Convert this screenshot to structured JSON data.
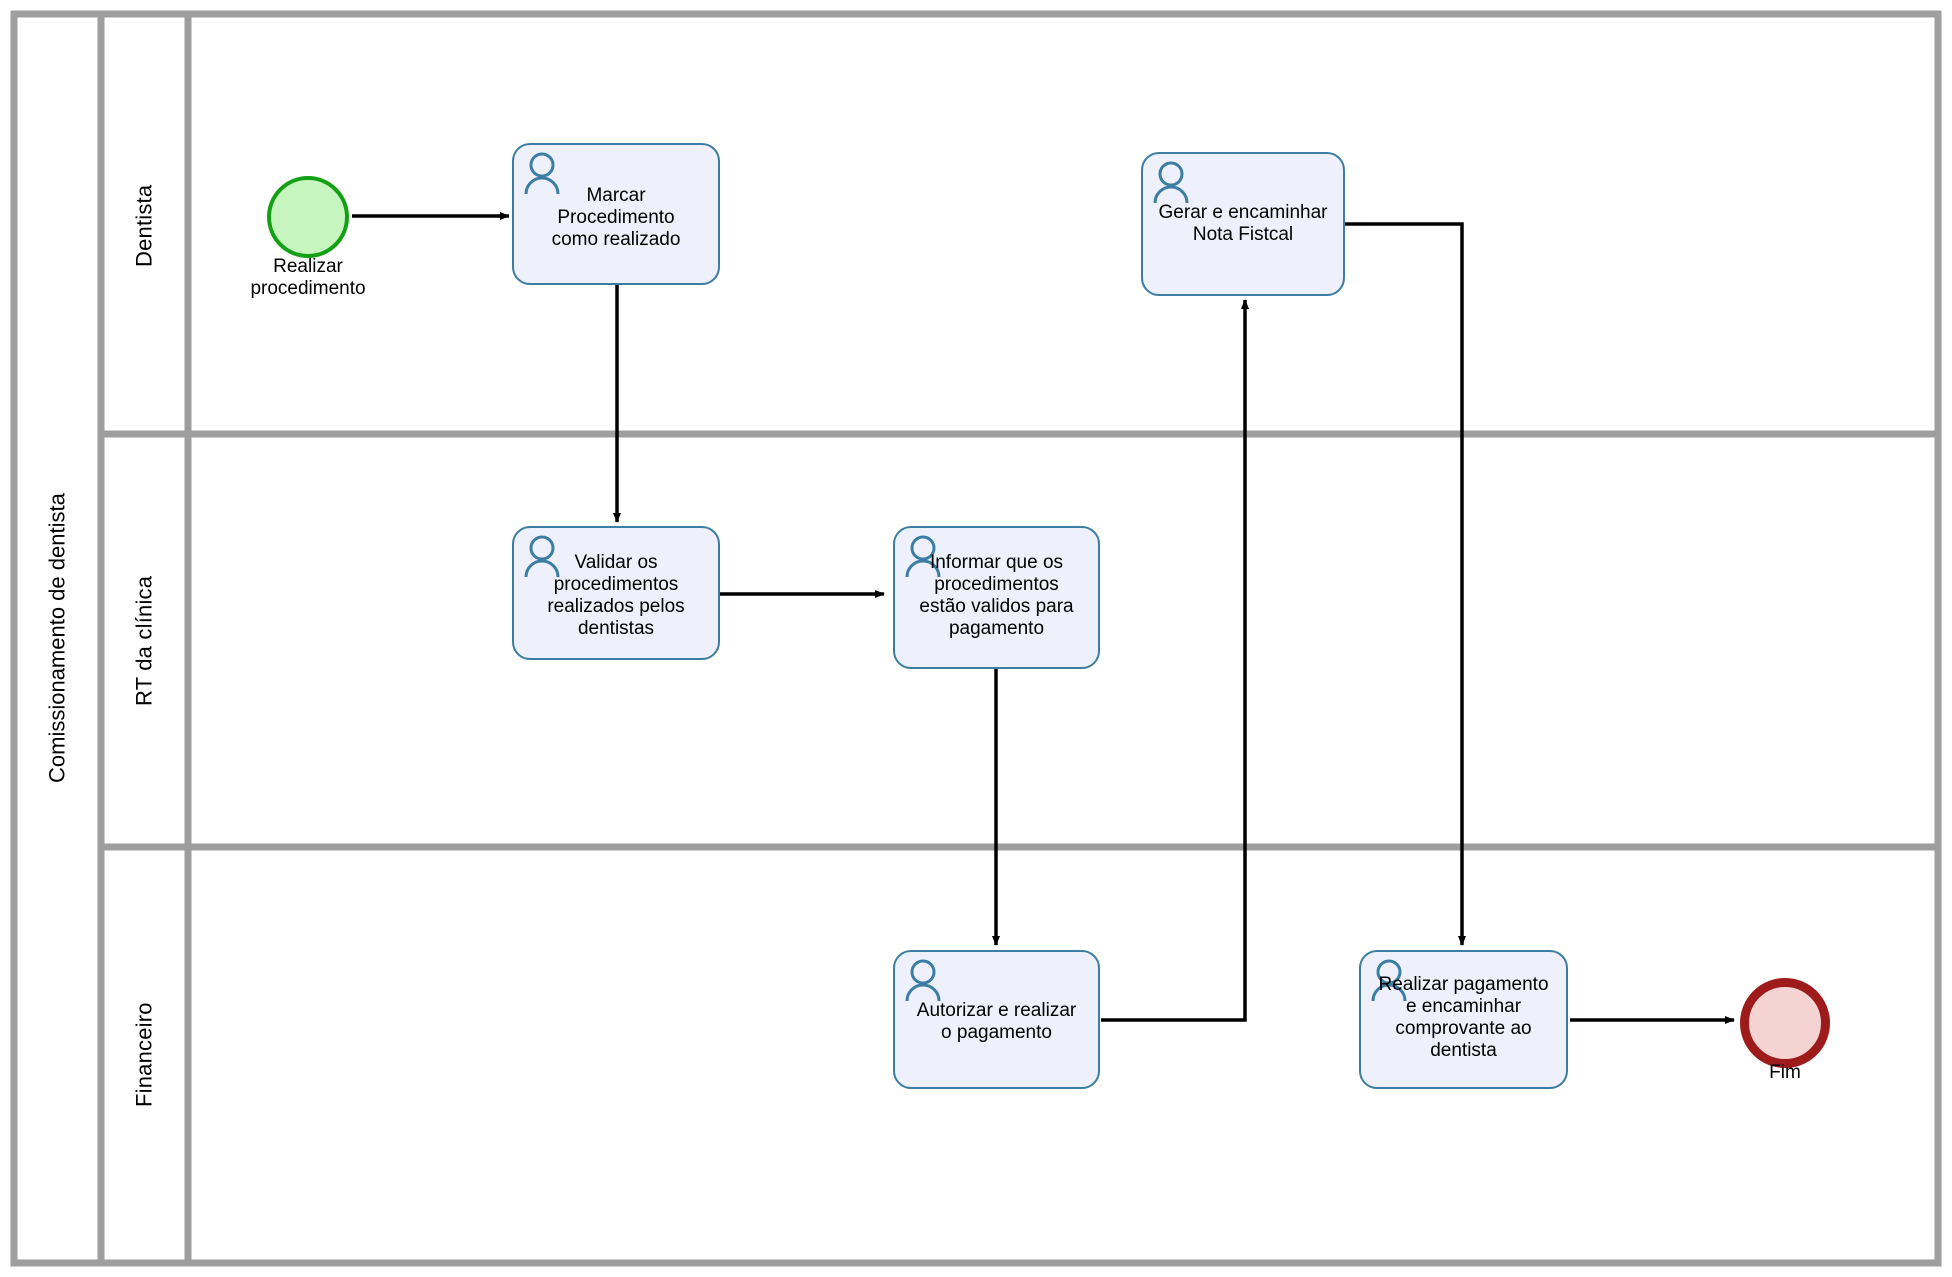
{
  "diagram": {
    "type": "bpmn-swimlane",
    "pool": {
      "label": "Comissionamento de dentista"
    },
    "lanes": [
      {
        "id": "lane-dentista",
        "label": "Dentista"
      },
      {
        "id": "lane-rt-clinica",
        "label": "RT da clínica"
      },
      {
        "id": "lane-financeiro",
        "label": "Financeiro"
      }
    ],
    "events": [
      {
        "id": "start-event",
        "kind": "start",
        "label": "Realizar\nprocedimento",
        "lane": "lane-dentista"
      },
      {
        "id": "end-event",
        "kind": "end",
        "label": "Fim",
        "lane": "lane-financeiro"
      }
    ],
    "tasks": [
      {
        "id": "task-marcar-procedimento",
        "label": "Marcar\nProcedimento\ncomo realizado",
        "lane": "lane-dentista",
        "icon": "user-icon"
      },
      {
        "id": "task-gerar-nota-fiscal",
        "label": "Gerar e encaminhar\nNota Fistcal",
        "lane": "lane-dentista",
        "icon": "user-icon"
      },
      {
        "id": "task-validar-procedimentos",
        "label": "Validar os\nprocedimentos\nrealizados pelos\ndentistas",
        "lane": "lane-rt-clinica",
        "icon": "user-icon"
      },
      {
        "id": "task-informar-validos",
        "label": "Informar que os\nprocedimentos\nestão validos para\npagamento",
        "lane": "lane-rt-clinica",
        "icon": "user-icon"
      },
      {
        "id": "task-autorizar-pagamento",
        "label": "Autorizar e realizar\no pagamento",
        "lane": "lane-financeiro",
        "icon": "user-icon"
      },
      {
        "id": "task-realizar-pagamento",
        "label": "Realizar pagamento\ne encaminhar\ncomprovante ao\ndentista",
        "lane": "lane-financeiro",
        "icon": "user-icon"
      }
    ],
    "flows": [
      {
        "id": "flow-start-to-marcar",
        "from": "start-event",
        "to": "task-marcar-procedimento"
      },
      {
        "id": "flow-marcar-to-validar",
        "from": "task-marcar-procedimento",
        "to": "task-validar-procedimentos"
      },
      {
        "id": "flow-validar-to-informar",
        "from": "task-validar-procedimentos",
        "to": "task-informar-validos"
      },
      {
        "id": "flow-informar-to-autorizar",
        "from": "task-informar-validos",
        "to": "task-autorizar-pagamento"
      },
      {
        "id": "flow-autorizar-to-nota",
        "from": "task-autorizar-pagamento",
        "to": "task-gerar-nota-fiscal"
      },
      {
        "id": "flow-nota-to-realizar",
        "from": "task-gerar-nota-fiscal",
        "to": "task-realizar-pagamento"
      },
      {
        "id": "flow-realizar-to-fim",
        "from": "task-realizar-pagamento",
        "to": "end-event"
      }
    ],
    "colors": {
      "task_fill": "#eef0fb",
      "task_stroke": "#3c7ea3",
      "start_fill": "#c6f5c0",
      "start_stroke": "#13a013",
      "end_fill": "#f6d3d3",
      "end_stroke": "#9d1b1b",
      "lane_stroke": "#9e9e9e",
      "flow_stroke": "#000000",
      "canvas": "#ffffff"
    }
  }
}
